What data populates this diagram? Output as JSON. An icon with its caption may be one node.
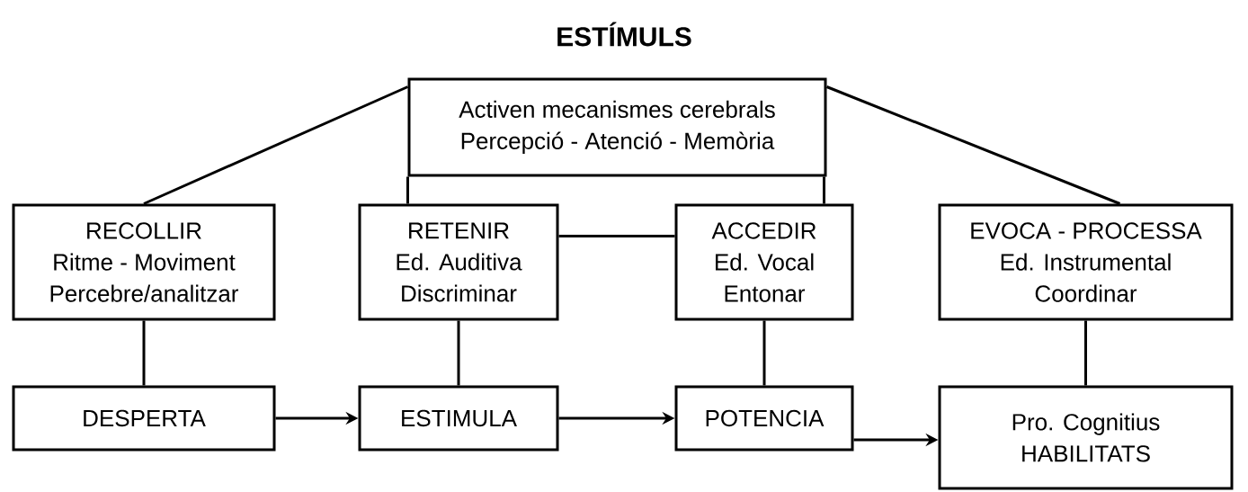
{
  "diagram": {
    "title": "ESTÍMULS",
    "nodes": [
      {
        "text": [
          "Activen mecanismes cerebrals",
          "Percepció - Atenció - Memòria"
        ]
      },
      {
        "text": [
          "RECOLLIR",
          "Ritme - Moviment",
          "Percebre/analitzar"
        ]
      },
      {
        "text": [
          "RETENIR",
          "Ed. Auditiva",
          "Discriminar"
        ]
      },
      {
        "text": [
          "ACCEDIR",
          "Ed. Vocal",
          "Entonar"
        ]
      },
      {
        "text": [
          "EVOCA - PROCESSA",
          "Ed. Instrumental",
          "Coordinar"
        ]
      },
      {
        "text": [
          "DESPERTA"
        ]
      },
      {
        "text": [
          "ESTIMULA"
        ]
      },
      {
        "text": [
          "POTENCIA"
        ]
      },
      {
        "text": [
          "Pro. Cognitius",
          "HABILITATS"
        ]
      }
    ],
    "edges": [
      {
        "from": 0,
        "to": 1,
        "arrow": "none"
      },
      {
        "from": 0,
        "to": 2,
        "arrow": "none"
      },
      {
        "from": 0,
        "to": 3,
        "arrow": "none"
      },
      {
        "from": 0,
        "to": 4,
        "arrow": "none"
      },
      {
        "from": 2,
        "to": 3,
        "arrow": "none"
      },
      {
        "from": 1,
        "to": 5,
        "arrow": "none"
      },
      {
        "from": 2,
        "to": 6,
        "arrow": "none"
      },
      {
        "from": 3,
        "to": 7,
        "arrow": "none"
      },
      {
        "from": 4,
        "to": 8,
        "arrow": "none"
      },
      {
        "from": 5,
        "to": 6,
        "arrow": "to"
      },
      {
        "from": 6,
        "to": 7,
        "arrow": "to"
      },
      {
        "from": 7,
        "to": 8,
        "arrow": "to"
      }
    ]
  }
}
